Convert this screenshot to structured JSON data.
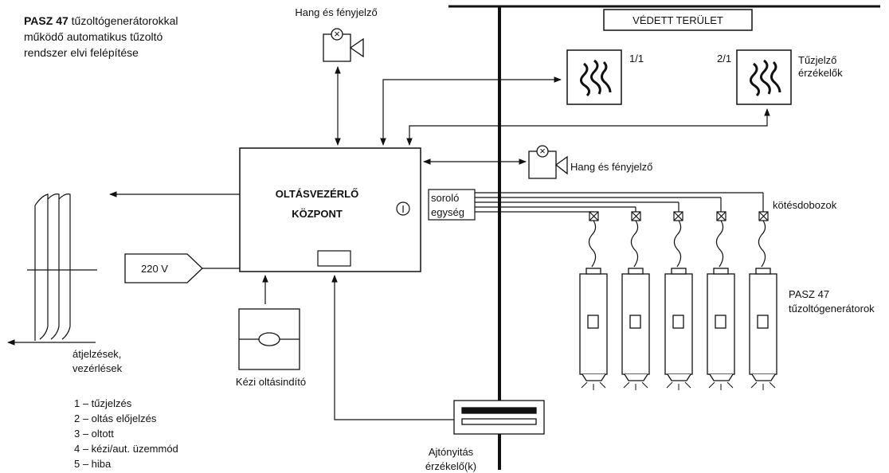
{
  "title": {
    "bold": "PASZ 47",
    "rest_line1": "tűzoltógenerátorokkal",
    "line2": "működő automatikus tűzoltó",
    "line3": "rendszer elvi felépítése"
  },
  "protected_area": "VÉDETT TERÜLET",
  "central": {
    "line1": "OLTÁSVEZÉRLŐ",
    "line2": "KÖZPONT",
    "indicator": "I"
  },
  "sorting_unit": {
    "line1": "soroló",
    "line2": "egység"
  },
  "alarm_top": "Hang és fényjelző",
  "alarm_right": "Hang és fényjelző",
  "detector_1": "1/1",
  "detector_2": "2/1",
  "detectors_label": {
    "line1": "Tűzjelző",
    "line2": "érzékelők"
  },
  "junction_boxes": "kötésdobozok",
  "generators_label": {
    "line1": "PASZ 47",
    "line2": "tűzoltógenerátorok"
  },
  "power": "220 V",
  "manual_start": "Kézi oltásindító",
  "signals_label": {
    "line1": "átjelzések,",
    "line2": "vezérlések"
  },
  "legend": [
    "1 – tűzjelzés",
    "2 – oltás előjelzés",
    "3 – oltott",
    "4 – kézi/aut. üzemmód",
    "5 – hiba"
  ],
  "door_sensor": {
    "line1": "Ajtónyitás",
    "line2": "érzékelő(k)"
  }
}
